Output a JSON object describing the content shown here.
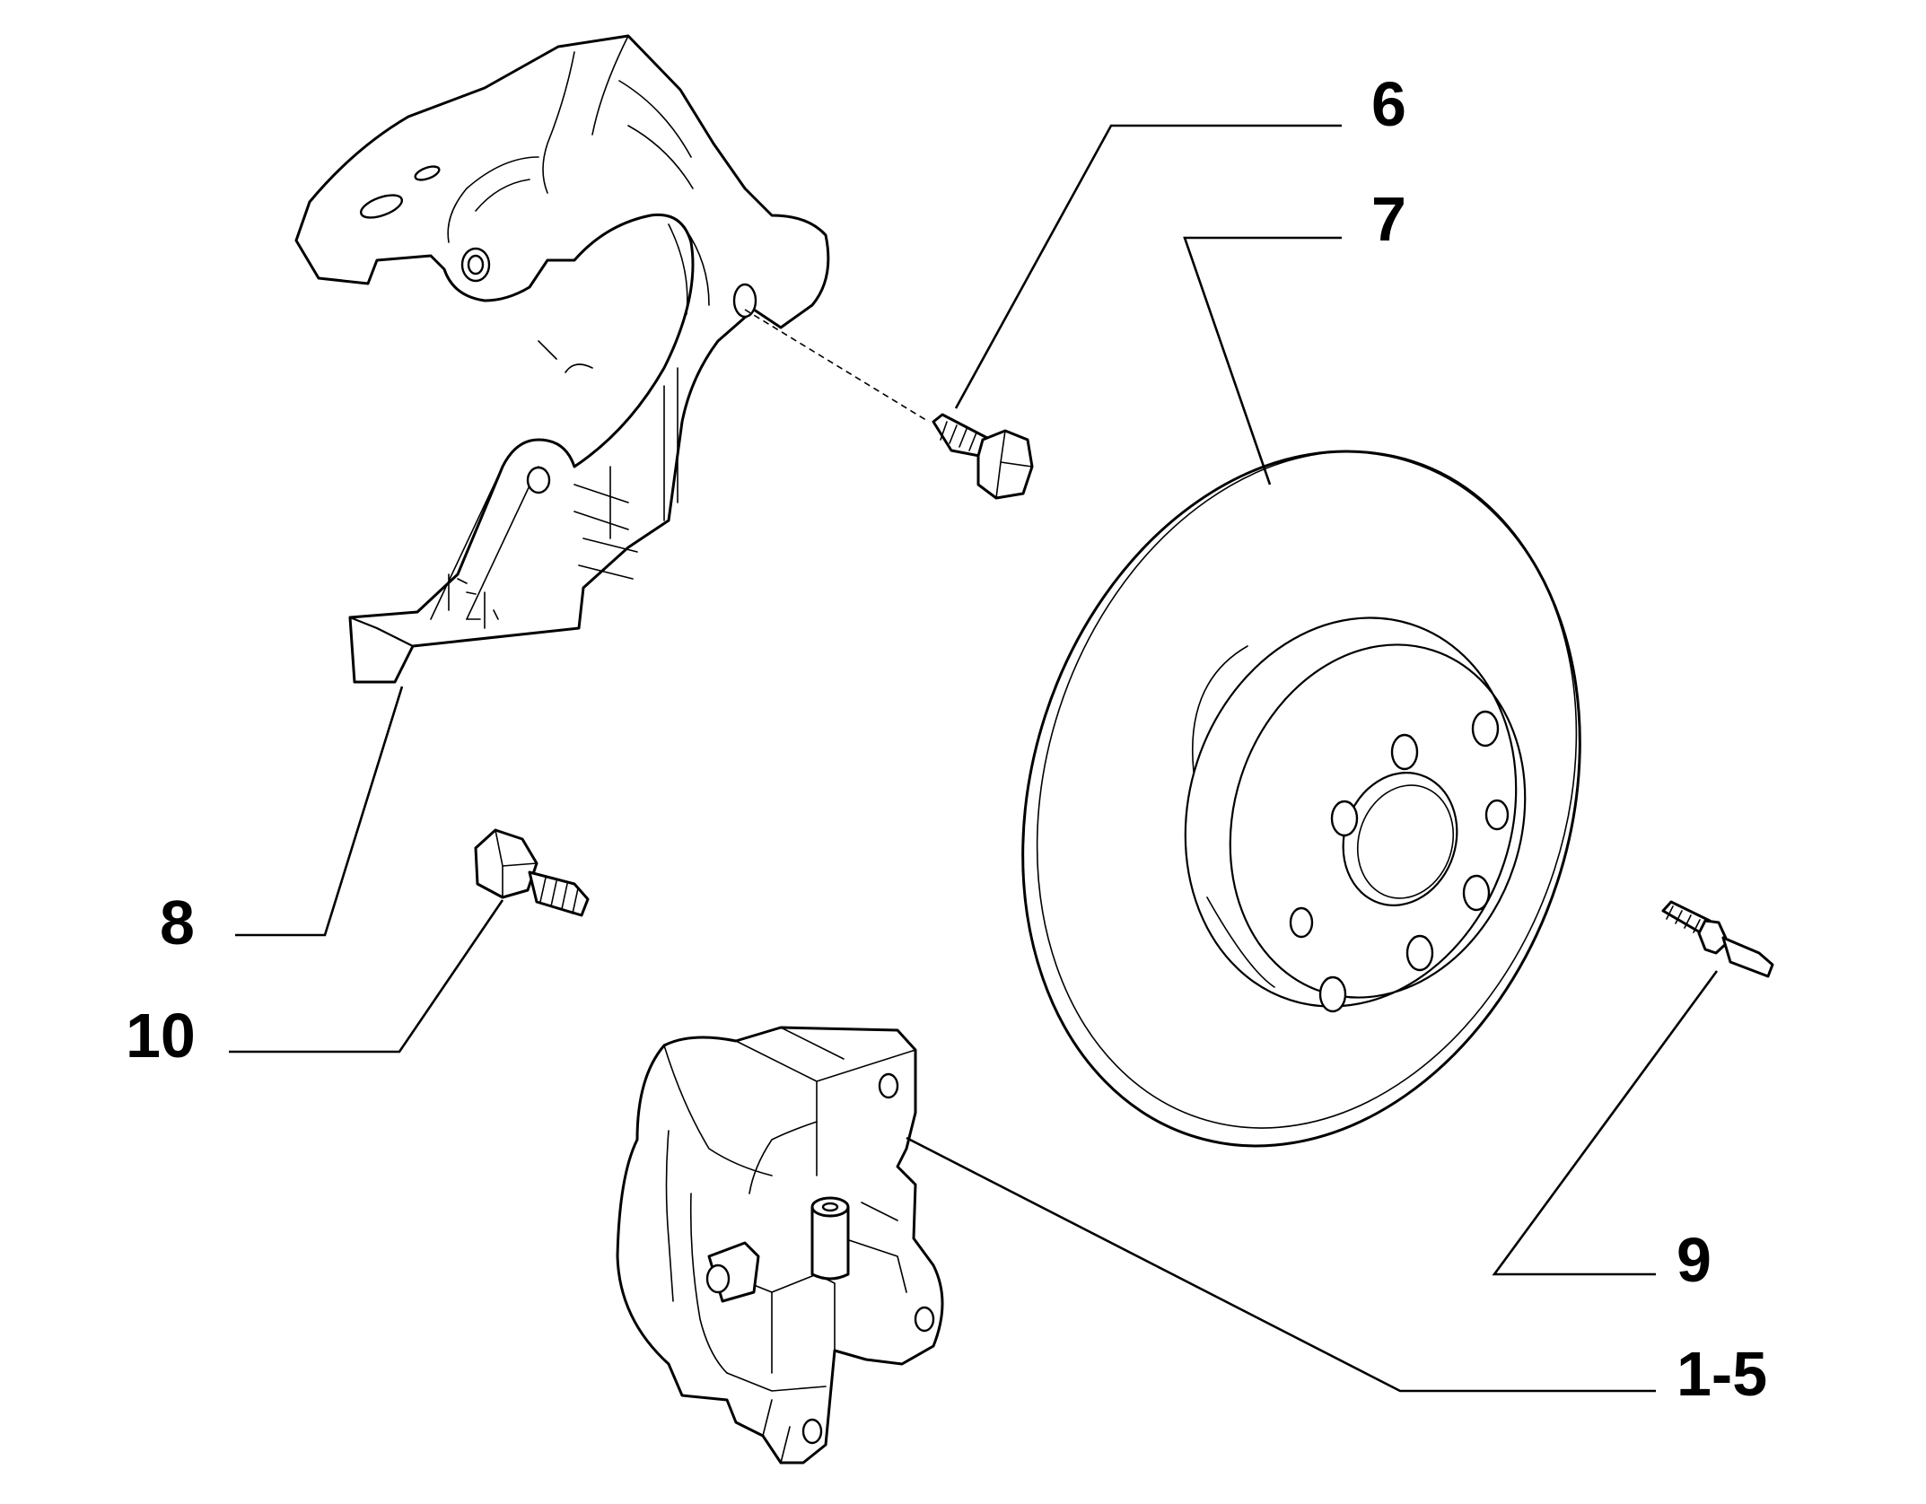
{
  "callouts": {
    "label_6": "6",
    "label_7": "7",
    "label_8": "8",
    "label_10": "10",
    "label_9": "9",
    "label_1_5": "1-5"
  }
}
